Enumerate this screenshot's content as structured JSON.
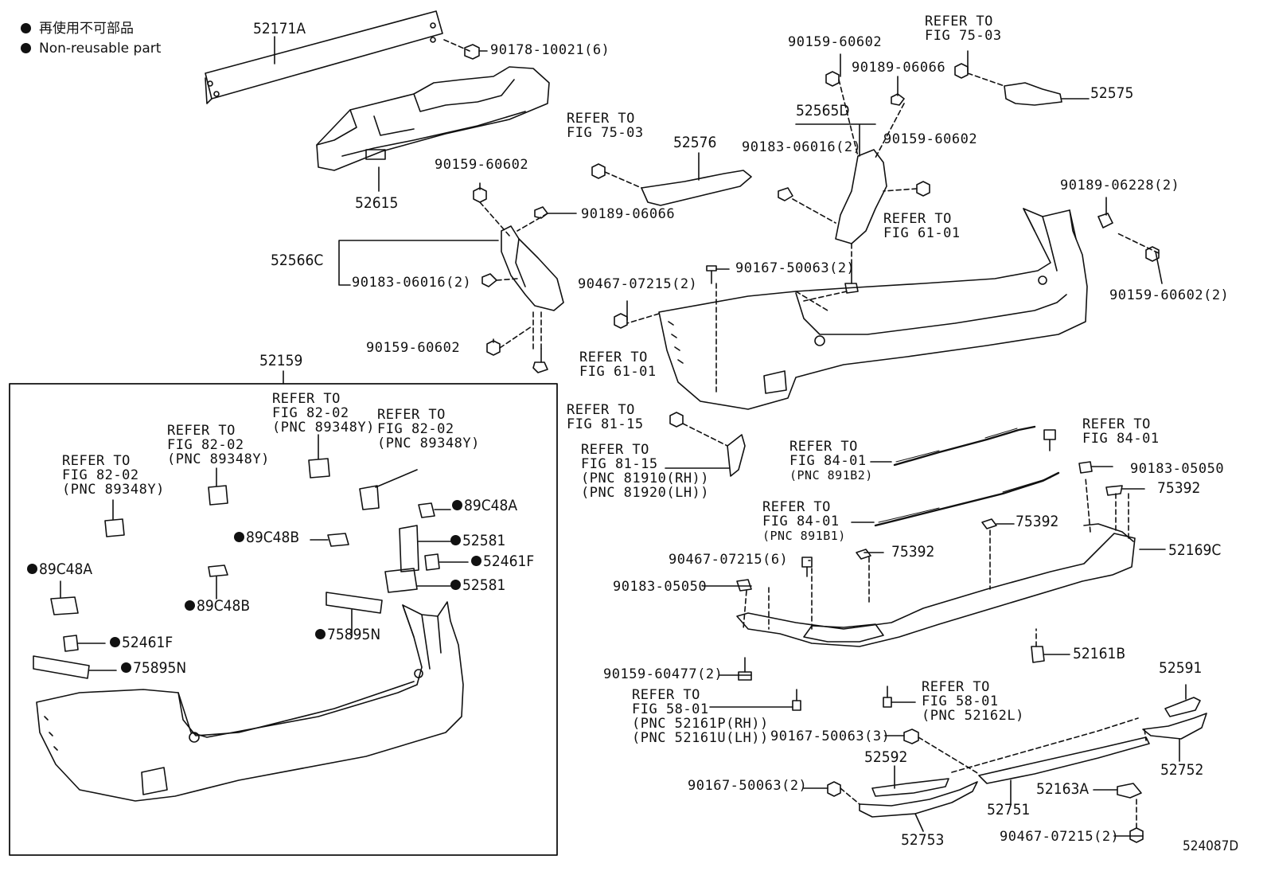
{
  "legend": {
    "jp": "再使用不可部品",
    "en": "Non-reusable part"
  },
  "diagram_id": "524087D",
  "group_box_label": "52159",
  "labels": {
    "p52171A": "52171A",
    "p9017810021": "90178-10021(6)",
    "p52615": "52615",
    "p52566C": "52566C",
    "p9018306016_l": "90183-06016(2)",
    "p9015960602_a": "90159-60602",
    "p9018906066_a": "90189-06066",
    "p9015960602_b": "90159-60602",
    "p52576": "52576",
    "p9015960602_c": "90159-60602",
    "p9018906066_b": "90189-06066",
    "p52565D": "52565D",
    "p9018306016_r": "90183-06016(2)",
    "p9015960602_d": "90159-60602",
    "p52575": "52575",
    "p9018906228": "90189-06228(2)",
    "p9016750063_a": "90167-50063(2)",
    "p9046707215_a": "90467-07215(2)",
    "p9015960602_e": "90159-60602(2)",
    "p9018305050_r": "90183-05050",
    "p75392_a": "75392",
    "p75392_b": "75392",
    "p75392_c": "75392",
    "p52169C": "52169C",
    "p9046707215_b": "90467-07215(6)",
    "p9018305050_l": "90183-05050",
    "p52161B": "52161B",
    "p9015960477": "90159-60477(2)",
    "p52591": "52591",
    "p9016750063_b": "90167-50063(3)",
    "p52592": "52592",
    "p52752": "52752",
    "p9016750063_c": "90167-50063(2)",
    "p52163A": "52163A",
    "p52751": "52751",
    "p52753": "52753",
    "p9046707215_c": "90467-07215(2)",
    "p89C48A_a": "89C48A",
    "p89C48B_a": "89C48B",
    "p52581_a": "52581",
    "p52461F_a": "52461F",
    "p52581_b": "52581",
    "p89C48A_b": "89C48A",
    "p89C48B_b": "89C48B",
    "p75895N_a": "75895N",
    "p52461F_b": "52461F",
    "p75895N_b": "75895N"
  },
  "refs": {
    "r7503_top": [
      "REFER TO",
      "FIG 75-03"
    ],
    "r7503_mid": [
      "REFER TO",
      "FIG 75-03"
    ],
    "r6101_r": [
      "REFER TO",
      "FIG 61-01"
    ],
    "r6101_l": [
      "REFER TO",
      "FIG 61-01"
    ],
    "r8115_a": [
      "REFER TO",
      "FIG 81-15"
    ],
    "r8115_b": [
      "REFER TO",
      "FIG 81-15",
      "(PNC 81910(RH))",
      "(PNC 81920(LH))"
    ],
    "r8401_a": [
      "REFER TO",
      "FIG 84-01"
    ],
    "r8401_b": [
      "REFER TO",
      "FIG 84-01",
      "(PNC 891B2)"
    ],
    "r8401_c": [
      "REFER TO",
      "FIG 84-01",
      "(PNC 891B1)"
    ],
    "r5801_l": [
      "REFER TO",
      "FIG 58-01",
      "(PNC 52161P(RH))",
      "(PNC 52161U(LH))"
    ],
    "r5801_r": [
      "REFER TO",
      "FIG 58-01",
      "(PNC 52162L)"
    ],
    "r8202_a": [
      "REFER TO",
      "FIG 82-02",
      "(PNC 89348Y)"
    ],
    "r8202_b": [
      "REFER TO",
      "FIG 82-02",
      "(PNC 89348Y)"
    ],
    "r8202_c": [
      "REFER TO",
      "FIG 82-02",
      "(PNC 89348Y)"
    ],
    "r8202_d": [
      "REFER TO",
      "FIG 82-02",
      "(PNC 89348Y)"
    ]
  }
}
